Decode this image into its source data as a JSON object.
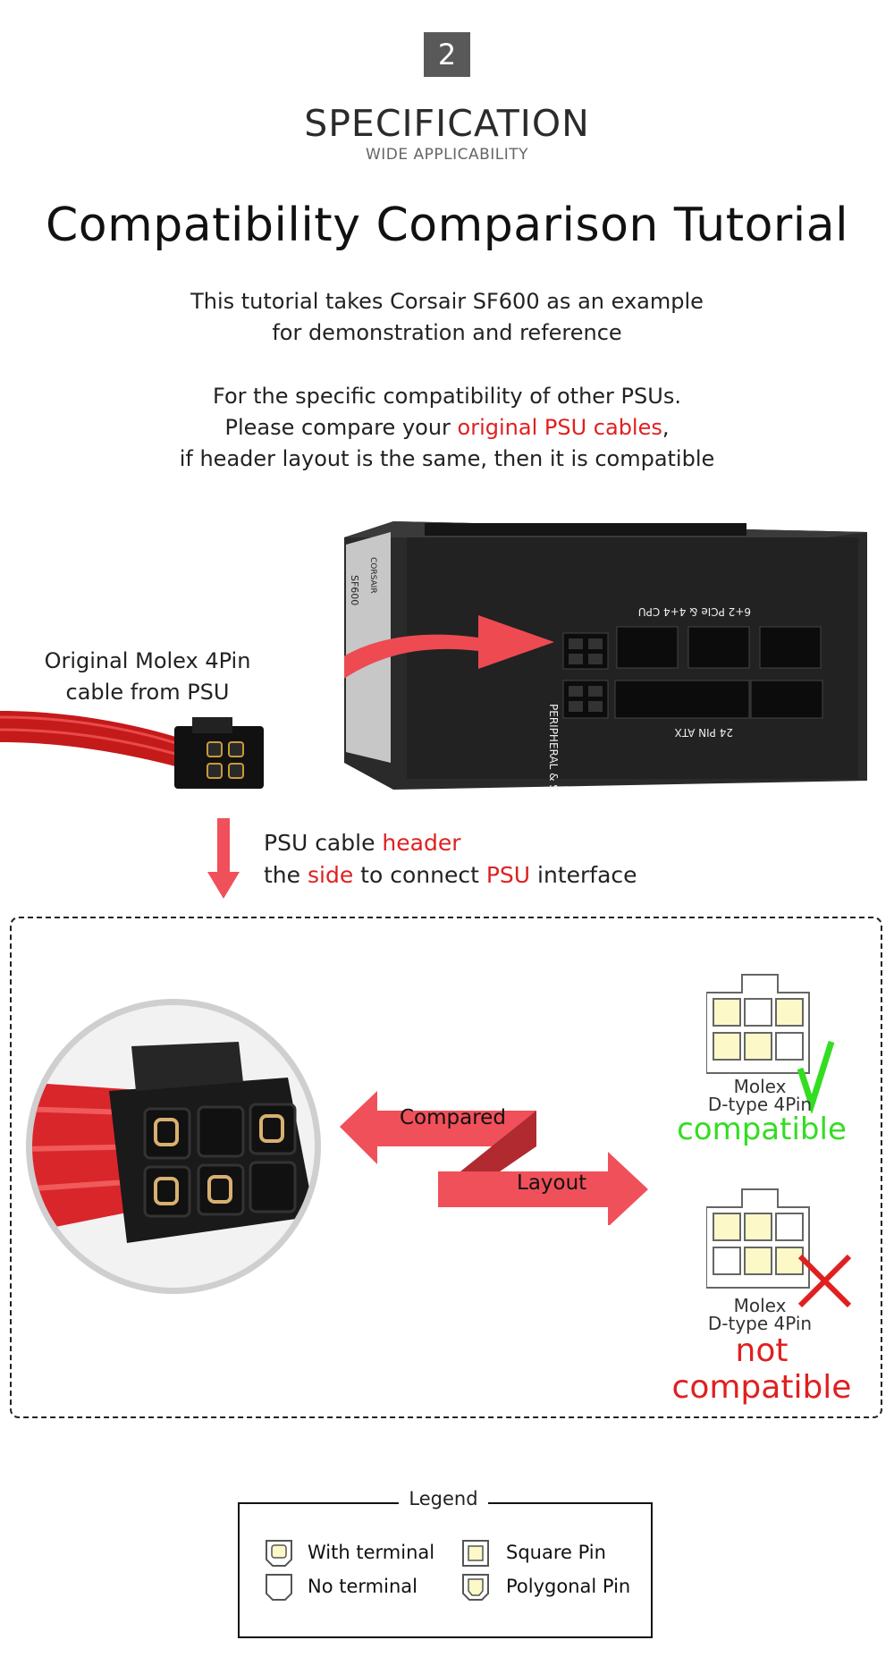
{
  "badge": "2",
  "spec": {
    "title": "SPECIFICATION",
    "subtitle": "WIDE APPLICABILITY"
  },
  "main_title": "Compatibility Comparison Tutorial",
  "intro": {
    "line1": "This tutorial takes Corsair SF600 as an example",
    "line2": "for demonstration and reference",
    "line3": "For the specific compatibility of other PSUs.",
    "line4_pre": "Please compare your ",
    "line4_red": "original PSU cables",
    "line4_post": ",",
    "line5": "if header layout is the same, then it is compatible"
  },
  "psu": {
    "brand": "CORSAIR",
    "model": "SF600",
    "pcie_label": "6+2 PCIe & 4+4 CPU",
    "peripheral_label": "PERIPHERAL & SATA",
    "atx_label": "24 PIN ATX"
  },
  "molex_label": {
    "line1": "Original Molex 4Pin",
    "line2": "cable from PSU"
  },
  "header_note": {
    "l1_pre": "PSU cable ",
    "l1_red": "header",
    "l2_a": "the ",
    "l2_red1": "side",
    "l2_b": " to connect ",
    "l2_red2": "PSU",
    "l2_c": " interface"
  },
  "compare": {
    "compared": "Compared",
    "layout": "Layout"
  },
  "diagrams": {
    "ok": {
      "line1": "Molex",
      "line2": "D-type 4Pin",
      "status": "compatible"
    },
    "bad": {
      "line1": "Molex",
      "line2": "D-type 4Pin",
      "status": "not compatible"
    }
  },
  "legend": {
    "title": "Legend",
    "with_terminal": "With terminal",
    "no_terminal": "No terminal",
    "square_pin": "Square Pin",
    "polygonal_pin": "Polygonal Pin"
  },
  "colors": {
    "accent_red": "#e02020",
    "ok_green": "#33dd22",
    "arrow_red": "#f0505a",
    "badge_gray": "#595959"
  }
}
